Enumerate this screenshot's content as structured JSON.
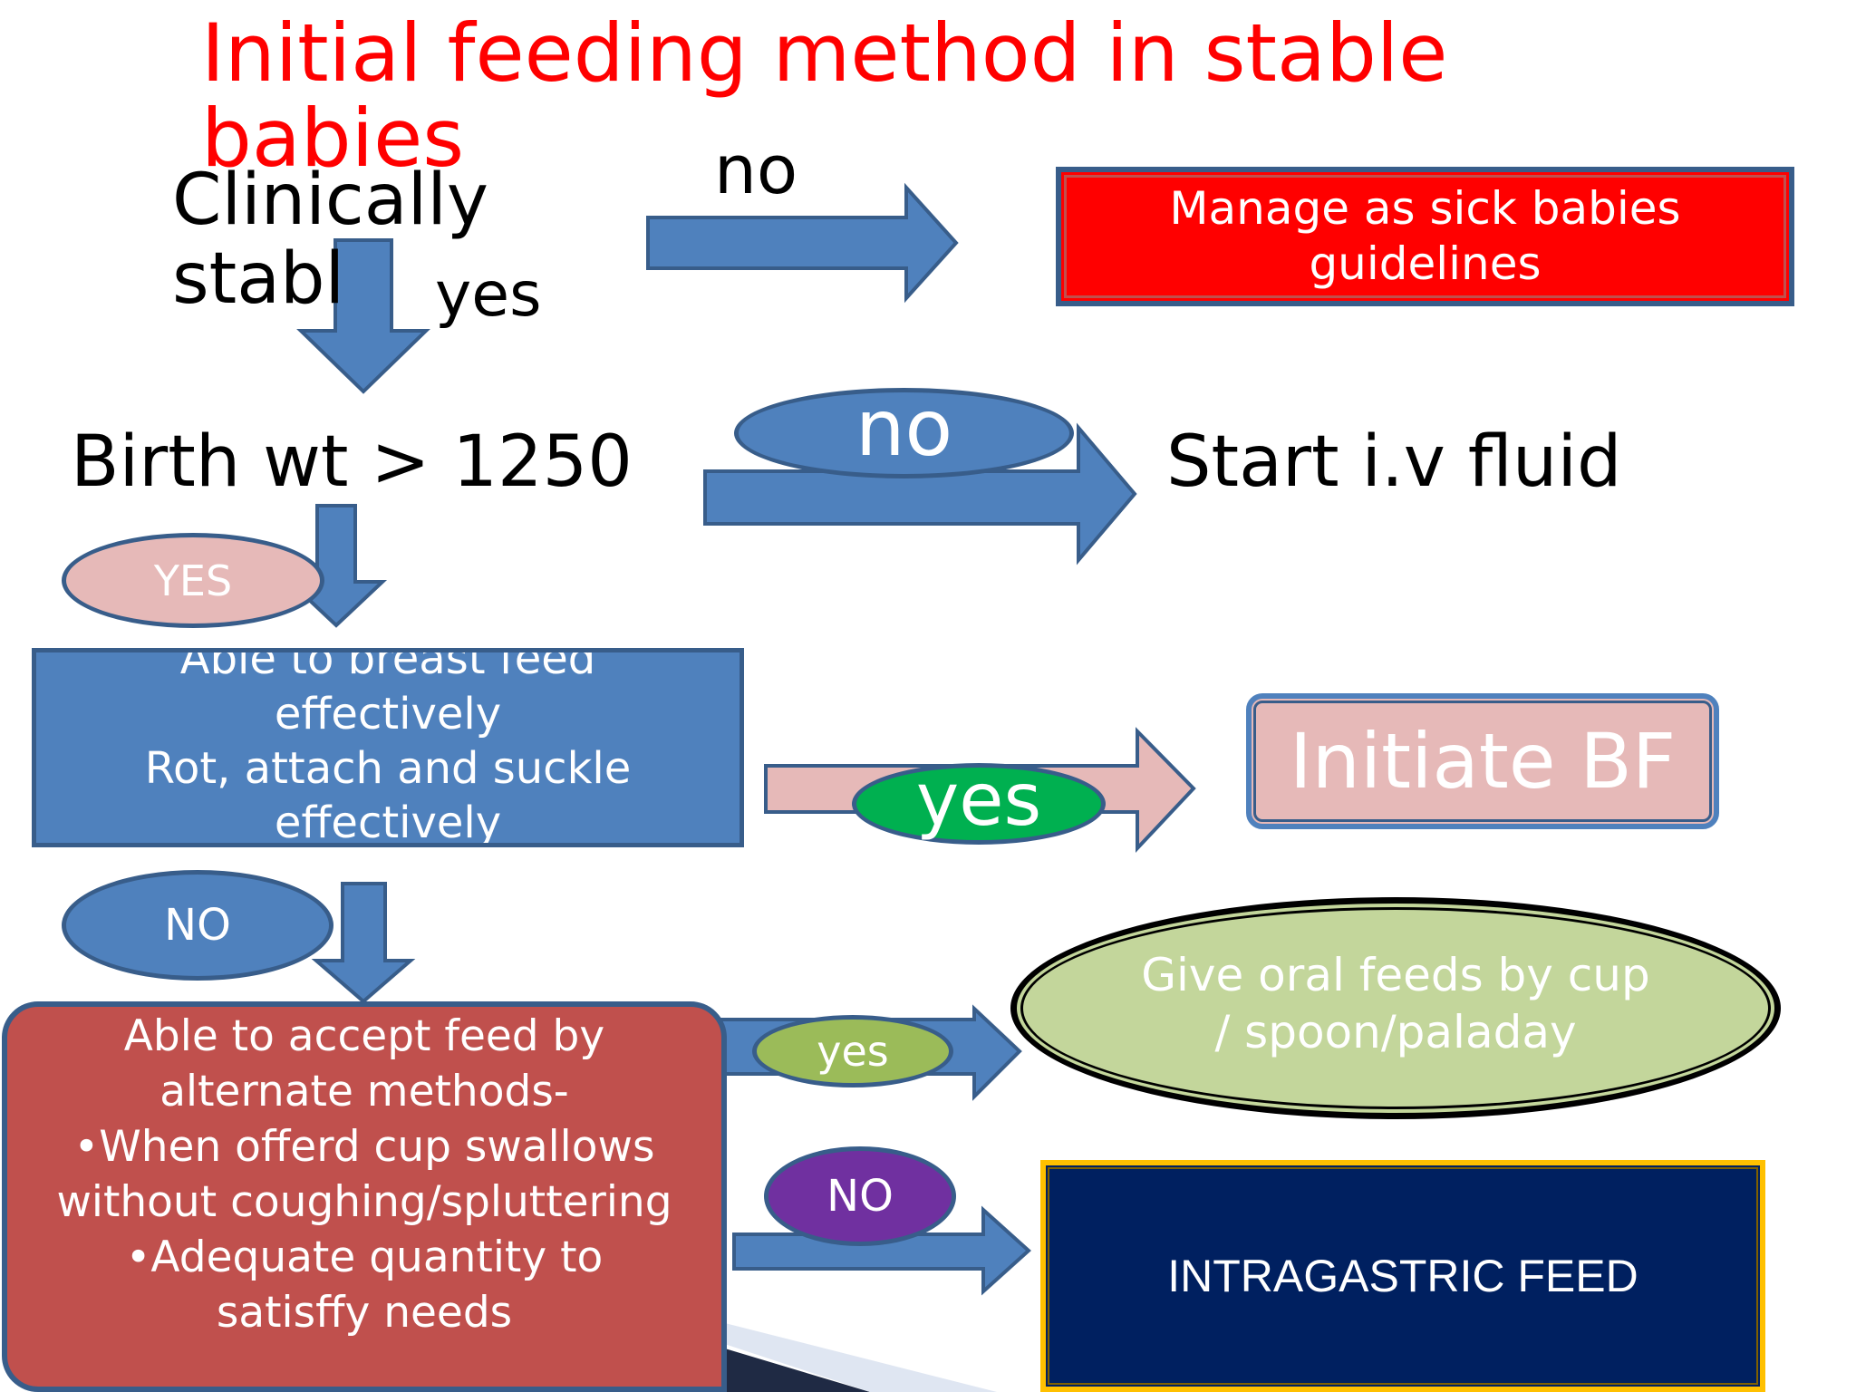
{
  "title": "Initial feeding method in stable babies",
  "colors": {
    "title_red": "#ff0000",
    "arrow_blue": "#4f81bd",
    "arrow_border": "#385d8a",
    "sick_red": "#ff0000",
    "pink": "#e6b9b8",
    "green": "#00b050",
    "purple": "#7030a0",
    "olive": "#9bbb59",
    "pale_green": "#c3d69b",
    "brick": "#c0504d",
    "navy": "#002060",
    "gold": "#ffc000"
  },
  "nodes": {
    "clinically_stable": "Clinically stabl",
    "sick_guidelines": "Manage as sick babies guidelines",
    "birth_weight": "Birth wt > 1250",
    "start_iv": "Start i.v fluid",
    "breast_feed_line1": "Able to breast feed effectively",
    "breast_feed_line2": "Rot, attach and suckle effectively",
    "initiate_bf": "Initiate BF",
    "alt_methods_line1": "Able to accept  feed by alternate methods-",
    "alt_methods_line2": "•When offerd cup  swallows without coughing/spluttering",
    "alt_methods_line3": "•Adequate quantity  to satisffy needs",
    "oral_feeds": "Give oral feeds by cup / spoon/paladay",
    "intragastric": "INTRAGASTRIC FEED"
  },
  "labels": {
    "no_1": "no",
    "yes_1": "yes",
    "no_2": "no",
    "yes_2": "YES",
    "yes_3": "yes",
    "no_3": "NO",
    "yes_4": "yes",
    "no_4": "NO"
  }
}
